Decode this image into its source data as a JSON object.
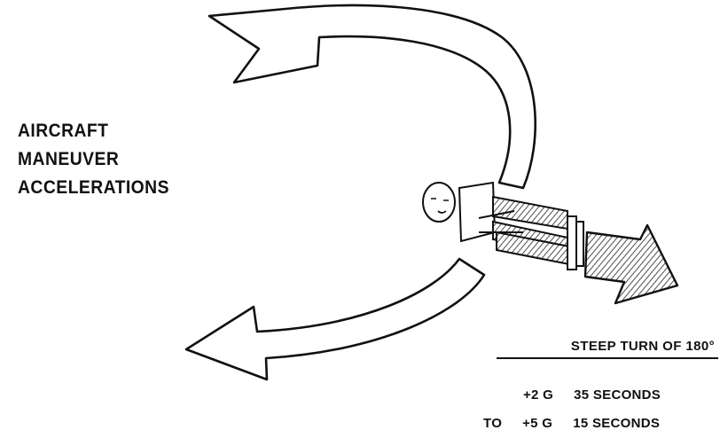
{
  "title": {
    "lines": [
      "AIRCRAFT",
      "MANEUVER",
      "ACCELERATIONS"
    ]
  },
  "caption": {
    "heading": "STEEP TURN OF 180°",
    "rows": [
      {
        "prefix": "",
        "g": "+2 G",
        "duration": "35 SECONDS"
      },
      {
        "prefix": "TO",
        "g": "+5 G",
        "duration": "15 SECONDS"
      }
    ]
  },
  "icons": [
    "curved-arrow-icon",
    "pilot-figure-icon",
    "acceleration-vector-icon"
  ]
}
